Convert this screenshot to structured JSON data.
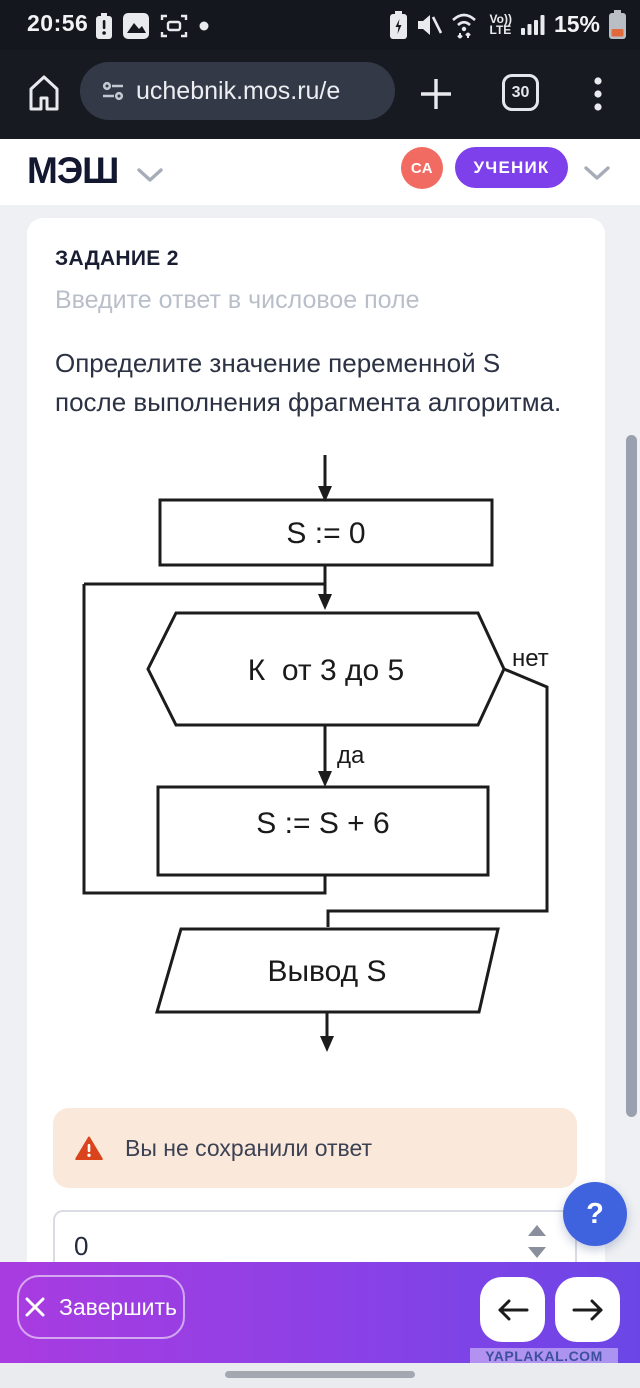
{
  "status_bar": {
    "time": "20:56",
    "battery_percent": "15%",
    "volte_top": "Vo))",
    "volte_bottom": "LTE"
  },
  "browser": {
    "url": "uchebnik.mos.ru/e",
    "tab_count": "30"
  },
  "app_header": {
    "logo": "МЭШ",
    "avatar_initials": "СА",
    "role_label": "УЧЕНИК"
  },
  "task": {
    "title": "ЗАДАНИЕ 2",
    "subtitle": "Введите ответ в числовое поле",
    "question": "Определите значение переменной S после выполнения фрагмента алгоритма."
  },
  "flowchart": {
    "init": "S := 0",
    "loop_condition": "К  от 3 до 5",
    "no_label": "нет",
    "yes_label": "да",
    "body": "S := S + 6",
    "output": "Вывод S"
  },
  "warning": {
    "text": "Вы не сохранили ответ"
  },
  "answer": {
    "value": "0"
  },
  "footer": {
    "finish_label": "Завершить",
    "help_label": "?"
  },
  "watermark": "YAPLAKAL.COM",
  "colors": {
    "accent_purple": "#7d40ea",
    "footer_gradient_left": "#a93ce0",
    "footer_gradient_right": "#6b46e6",
    "avatar_coral": "#f26b62",
    "warning_bg": "#fae8da",
    "warning_icon": "#d9441d",
    "help_blue": "#3f63de",
    "status_bar_bg": "#14171d",
    "low_battery": "#e06a3c"
  }
}
